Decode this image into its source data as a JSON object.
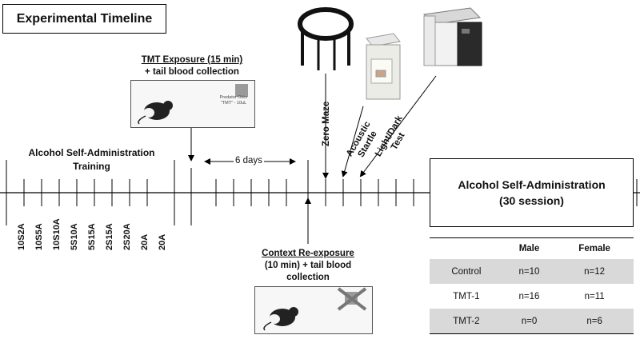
{
  "title": "Experimental Timeline",
  "training": {
    "line1": "Alcohol Self-Administration",
    "line2": "Training"
  },
  "sessions": [
    "10S2A",
    "10S5A",
    "10S10A",
    "5S10A",
    "5S15A",
    "2S15A",
    "2S20A",
    "20A",
    "20A"
  ],
  "tmt_exposure": {
    "line1": "TMT Exposure (15 min)",
    "line2": "+ tail blood collection"
  },
  "tmt_photo_text": {
    "line1": "Predator Odor",
    "line2": "\"TMT\" - 10uL"
  },
  "interval": "6 days",
  "context": {
    "line1": "Context Re-exposure",
    "line2": "(10 min) + tail blood",
    "line3": "collection"
  },
  "tests": [
    {
      "line1": "Zero Maze",
      "line2": ""
    },
    {
      "line1": "Acoustic",
      "line2": "Startle"
    },
    {
      "line1": "Light/Dark",
      "line2": "Test"
    }
  ],
  "self_admin": {
    "line1": "Alcohol Self-Administration",
    "line2": "(30 session)"
  },
  "table": {
    "headers": [
      "",
      "Male",
      "Female"
    ],
    "rows": [
      {
        "group": "Control",
        "male": "n=10",
        "female": "n=12"
      },
      {
        "group": "TMT-1",
        "male": "n=16",
        "female": "n=11"
      },
      {
        "group": "TMT-2",
        "male": "n=0",
        "female": "n=6"
      }
    ]
  },
  "colors": {
    "line": "#000000",
    "shade": "#d9d9d9"
  }
}
